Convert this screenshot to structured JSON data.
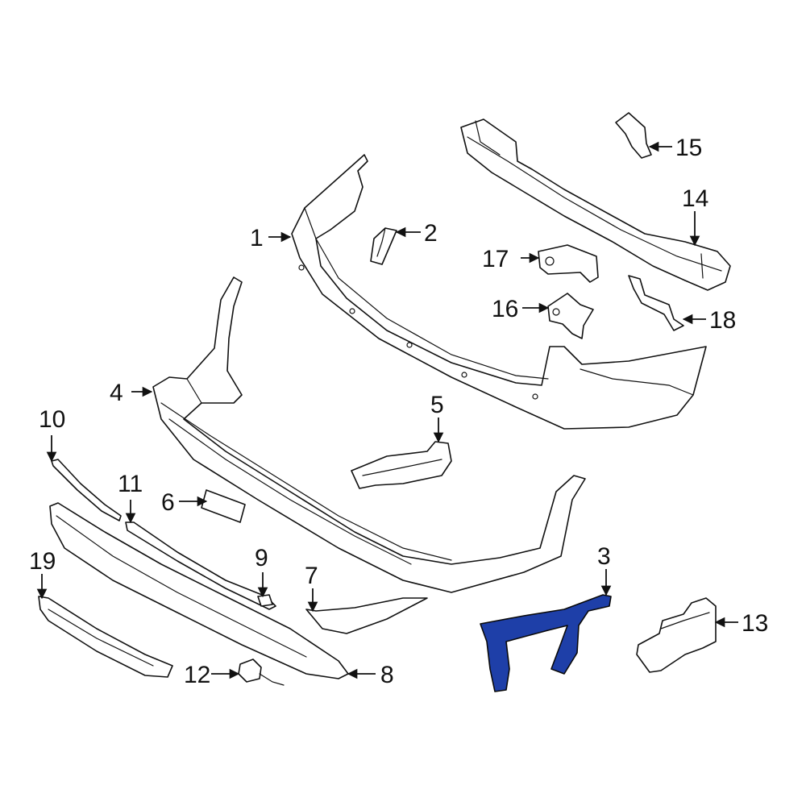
{
  "diagram": {
    "highlight_color": "#1e3fa8",
    "callouts": [
      {
        "label": "1"
      },
      {
        "label": "2"
      },
      {
        "label": "3"
      },
      {
        "label": "4"
      },
      {
        "label": "5"
      },
      {
        "label": "6"
      },
      {
        "label": "7"
      },
      {
        "label": "8"
      },
      {
        "label": "9"
      },
      {
        "label": "10"
      },
      {
        "label": "11"
      },
      {
        "label": "12"
      },
      {
        "label": "13"
      },
      {
        "label": "14"
      },
      {
        "label": "15"
      },
      {
        "label": "16"
      },
      {
        "label": "17"
      },
      {
        "label": "18"
      },
      {
        "label": "19"
      }
    ]
  }
}
